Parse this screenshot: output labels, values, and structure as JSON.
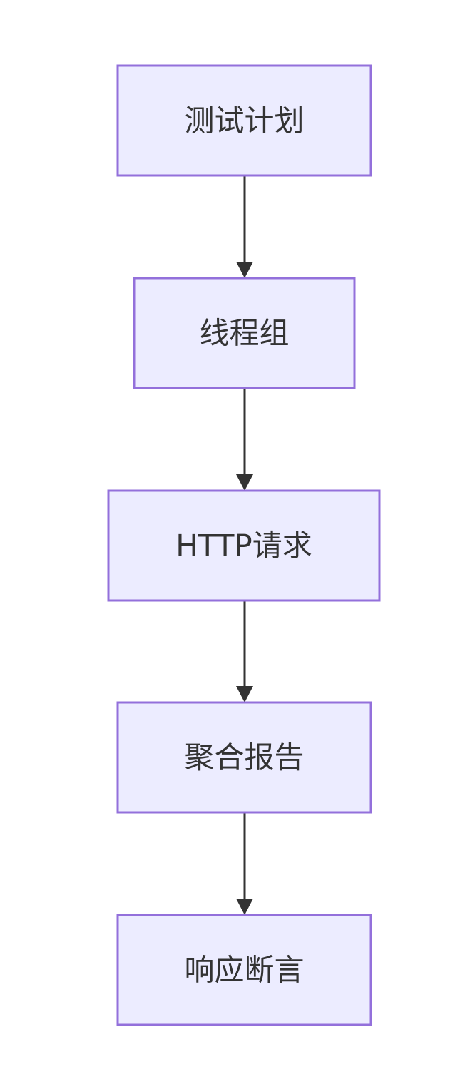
{
  "diagram": {
    "type": "flowchart",
    "direction": "top-down",
    "colors": {
      "node_fill": "#ececff",
      "node_stroke": "#9370db",
      "text": "#333333",
      "edge": "#333333",
      "background": "#ffffff"
    },
    "nodes": [
      {
        "id": "test-plan",
        "label": "测试计划"
      },
      {
        "id": "thread-group",
        "label": "线程组"
      },
      {
        "id": "http-request",
        "label": "HTTP请求"
      },
      {
        "id": "aggregate-report",
        "label": "聚合报告"
      },
      {
        "id": "response-assertion",
        "label": "响应断言"
      }
    ],
    "edges": [
      {
        "from": "test-plan",
        "to": "thread-group"
      },
      {
        "from": "thread-group",
        "to": "http-request"
      },
      {
        "from": "http-request",
        "to": "aggregate-report"
      },
      {
        "from": "aggregate-report",
        "to": "response-assertion"
      }
    ]
  }
}
